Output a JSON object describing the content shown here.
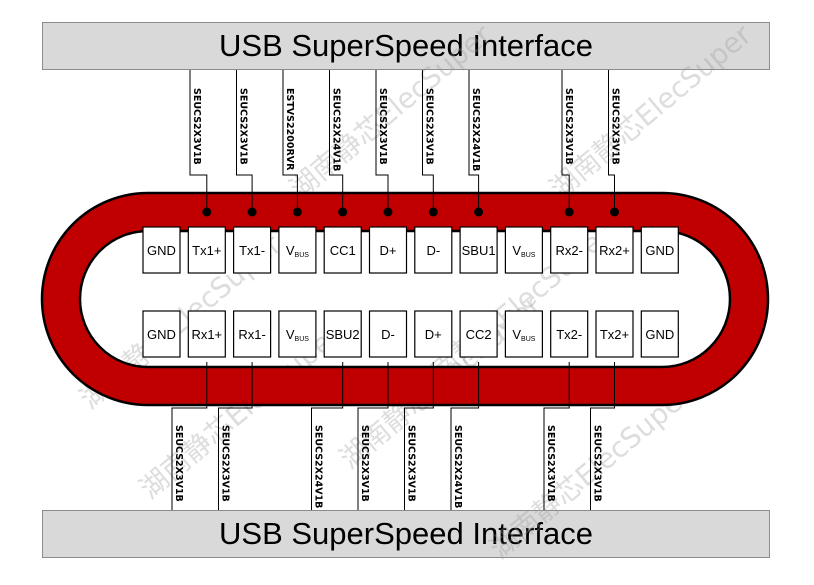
{
  "banner_top": "USB SuperSpeed Interface",
  "banner_bottom": "USB SuperSpeed Interface",
  "watermark": "湖南静芯ElecSuper",
  "colors": {
    "ring": "#c00000",
    "stroke": "#000000",
    "banner": "#d9d9d9"
  },
  "top_row": [
    {
      "main": "GND",
      "sub": ""
    },
    {
      "main": "Tx1+",
      "sub": ""
    },
    {
      "main": "Tx1-",
      "sub": ""
    },
    {
      "main": "V",
      "sub": "BUS"
    },
    {
      "main": "CC1",
      "sub": ""
    },
    {
      "main": "D+",
      "sub": ""
    },
    {
      "main": "D-",
      "sub": ""
    },
    {
      "main": "SBU1",
      "sub": ""
    },
    {
      "main": "V",
      "sub": "BUS"
    },
    {
      "main": "Rx2-",
      "sub": ""
    },
    {
      "main": "Rx2+",
      "sub": ""
    },
    {
      "main": "GND",
      "sub": ""
    }
  ],
  "bottom_row": [
    {
      "main": "GND",
      "sub": ""
    },
    {
      "main": "Rx1+",
      "sub": ""
    },
    {
      "main": "Rx1-",
      "sub": ""
    },
    {
      "main": "V",
      "sub": "BUS"
    },
    {
      "main": "SBU2",
      "sub": ""
    },
    {
      "main": "D-",
      "sub": ""
    },
    {
      "main": "D+",
      "sub": ""
    },
    {
      "main": "CC2",
      "sub": ""
    },
    {
      "main": "V",
      "sub": "BUS"
    },
    {
      "main": "Tx2-",
      "sub": ""
    },
    {
      "main": "Tx2+",
      "sub": ""
    },
    {
      "main": "GND",
      "sub": ""
    }
  ],
  "top_parts": [
    {
      "pin": 1,
      "part": "SEUCS2X3V1B"
    },
    {
      "pin": 2,
      "part": "SEUCS2X3V1B"
    },
    {
      "pin": 3,
      "part": "ESTVS2200RVR"
    },
    {
      "pin": 4,
      "part": "SEUCS2X24V1B"
    },
    {
      "pin": 5,
      "part": "SEUCS2X3V1B"
    },
    {
      "pin": 6,
      "part": "SEUCS2X3V1B"
    },
    {
      "pin": 7,
      "part": "SEUCS2X24V1B"
    },
    {
      "pin": 9,
      "part": "SEUCS2X3V1B"
    },
    {
      "pin": 10,
      "part": "SEUCS2X3V1B"
    }
  ],
  "bottom_parts": [
    {
      "pin": 1,
      "part": "SEUCS2X3V1B"
    },
    {
      "pin": 2,
      "part": "SEUCS2X3V1B"
    },
    {
      "pin": 4,
      "part": "SEUCS2X24V1B"
    },
    {
      "pin": 5,
      "part": "SEUCS2X3V1B"
    },
    {
      "pin": 6,
      "part": "SEUCS2X3V1B"
    },
    {
      "pin": 7,
      "part": "SEUCS2X24V1B"
    },
    {
      "pin": 9,
      "part": "SEUCS2X3V1B"
    },
    {
      "pin": 10,
      "part": "SEUCS2X3V1B"
    }
  ]
}
